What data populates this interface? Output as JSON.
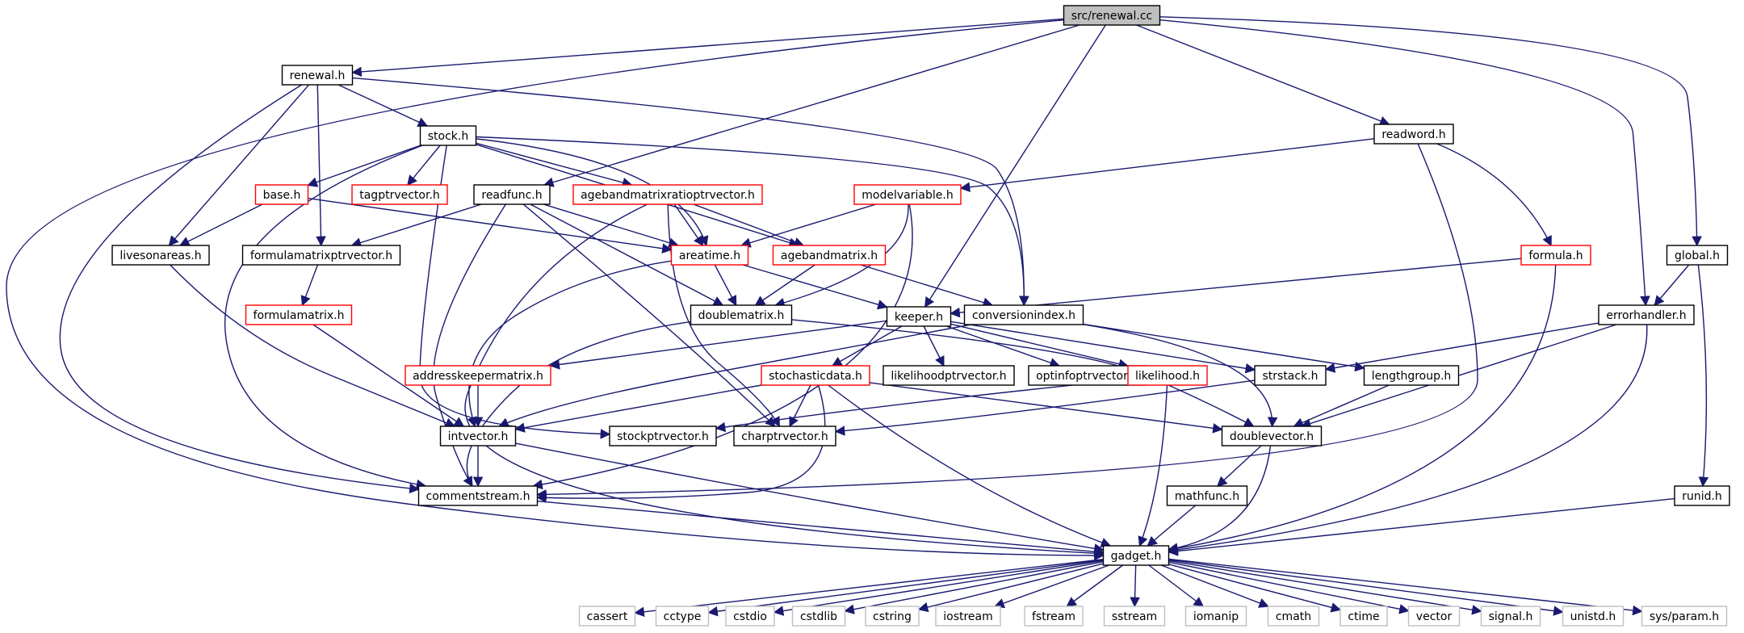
{
  "graph": {
    "nodes": [
      {
        "id": "renewal_cc",
        "label": "src/renewal.cc",
        "style": "root"
      },
      {
        "id": "renewal_h",
        "label": "renewal.h",
        "style": "normal"
      },
      {
        "id": "stock_h",
        "label": "stock.h",
        "style": "normal"
      },
      {
        "id": "readword_h",
        "label": "readword.h",
        "style": "normal"
      },
      {
        "id": "base_h",
        "label": "base.h",
        "style": "red"
      },
      {
        "id": "tagptrvector_h",
        "label": "tagptrvector.h",
        "style": "red"
      },
      {
        "id": "readfunc_h",
        "label": "readfunc.h",
        "style": "normal"
      },
      {
        "id": "agebandmatrixratioptrvector_h",
        "label": "agebandmatrixratioptrvector.h",
        "style": "red"
      },
      {
        "id": "modelvariable_h",
        "label": "modelvariable.h",
        "style": "red"
      },
      {
        "id": "livesonareas_h",
        "label": "livesonareas.h",
        "style": "normal"
      },
      {
        "id": "formulamatrixptrvector_h",
        "label": "formulamatrixptrvector.h",
        "style": "normal"
      },
      {
        "id": "areatime_h",
        "label": "areatime.h",
        "style": "red"
      },
      {
        "id": "agebandmatrix_h",
        "label": "agebandmatrix.h",
        "style": "red"
      },
      {
        "id": "formula_h",
        "label": "formula.h",
        "style": "red"
      },
      {
        "id": "global_h",
        "label": "global.h",
        "style": "normal"
      },
      {
        "id": "formulamatrix_h",
        "label": "formulamatrix.h",
        "style": "red"
      },
      {
        "id": "doublematrix_h",
        "label": "doublematrix.h",
        "style": "normal"
      },
      {
        "id": "keeper_h",
        "label": "keeper.h",
        "style": "normal"
      },
      {
        "id": "conversionindex_h",
        "label": "conversionindex.h",
        "style": "normal"
      },
      {
        "id": "errorhandler_h",
        "label": "errorhandler.h",
        "style": "normal"
      },
      {
        "id": "addresskeepermatrix_h",
        "label": "addresskeepermatrix.h",
        "style": "red"
      },
      {
        "id": "stochasticdata_h",
        "label": "stochasticdata.h",
        "style": "red"
      },
      {
        "id": "likelihoodptrvector_h",
        "label": "likelihoodptrvector.h",
        "style": "normal"
      },
      {
        "id": "optinfoptrvector_h",
        "label": "optinfoptrvector.h",
        "style": "normal"
      },
      {
        "id": "likelihood_h",
        "label": "likelihood.h",
        "style": "red"
      },
      {
        "id": "strstack_h",
        "label": "strstack.h",
        "style": "normal"
      },
      {
        "id": "lengthgroup_h",
        "label": "lengthgroup.h",
        "style": "normal"
      },
      {
        "id": "intvector_h",
        "label": "intvector.h",
        "style": "normal"
      },
      {
        "id": "stockptrvector_h",
        "label": "stockptrvector.h",
        "style": "normal"
      },
      {
        "id": "charptrvector_h",
        "label": "charptrvector.h",
        "style": "normal"
      },
      {
        "id": "doublevector_h",
        "label": "doublevector.h",
        "style": "normal"
      },
      {
        "id": "mathfunc_h",
        "label": "mathfunc.h",
        "style": "normal"
      },
      {
        "id": "runid_h",
        "label": "runid.h",
        "style": "normal"
      },
      {
        "id": "commentstream_h",
        "label": "commentstream.h",
        "style": "normal"
      },
      {
        "id": "gadget_h",
        "label": "gadget.h",
        "style": "normal"
      },
      {
        "id": "cassert",
        "label": "cassert",
        "style": "system"
      },
      {
        "id": "cctype",
        "label": "cctype",
        "style": "system"
      },
      {
        "id": "cstdio",
        "label": "cstdio",
        "style": "system"
      },
      {
        "id": "cstdlib",
        "label": "cstdlib",
        "style": "system"
      },
      {
        "id": "cstring",
        "label": "cstring",
        "style": "system"
      },
      {
        "id": "iostream",
        "label": "iostream",
        "style": "system"
      },
      {
        "id": "fstream",
        "label": "fstream",
        "style": "system"
      },
      {
        "id": "sstream",
        "label": "sstream",
        "style": "system"
      },
      {
        "id": "iomanip",
        "label": "iomanip",
        "style": "system"
      },
      {
        "id": "cmath",
        "label": "cmath",
        "style": "system"
      },
      {
        "id": "ctime",
        "label": "ctime",
        "style": "system"
      },
      {
        "id": "vector",
        "label": "vector",
        "style": "system"
      },
      {
        "id": "signal_h",
        "label": "signal.h",
        "style": "system"
      },
      {
        "id": "unistd_h",
        "label": "unistd.h",
        "style": "system"
      },
      {
        "id": "sys_param_h",
        "label": "sys/param.h",
        "style": "system"
      }
    ],
    "edges": [
      [
        "renewal_cc",
        "renewal_h"
      ],
      [
        "renewal_cc",
        "readfunc_h"
      ],
      [
        "renewal_cc",
        "readword_h"
      ],
      [
        "renewal_cc",
        "keeper_h"
      ],
      [
        "renewal_cc",
        "errorhandler_h"
      ],
      [
        "renewal_cc",
        "global_h"
      ],
      [
        "renewal_cc",
        "gadget_h"
      ],
      [
        "renewal_h",
        "stock_h"
      ],
      [
        "renewal_h",
        "livesonareas_h"
      ],
      [
        "renewal_h",
        "formulamatrixptrvector_h"
      ],
      [
        "renewal_h",
        "conversionindex_h"
      ],
      [
        "renewal_h",
        "commentstream_h"
      ],
      [
        "stock_h",
        "base_h"
      ],
      [
        "stock_h",
        "tagptrvector_h"
      ],
      [
        "stock_h",
        "agebandmatrixratioptrvector_h"
      ],
      [
        "stock_h",
        "areatime_h"
      ],
      [
        "stock_h",
        "agebandmatrix_h"
      ],
      [
        "stock_h",
        "conversionindex_h"
      ],
      [
        "stock_h",
        "stockptrvector_h"
      ],
      [
        "stock_h",
        "commentstream_h"
      ],
      [
        "readword_h",
        "modelvariable_h"
      ],
      [
        "readword_h",
        "formula_h"
      ],
      [
        "readword_h",
        "commentstream_h"
      ],
      [
        "base_h",
        "livesonareas_h"
      ],
      [
        "base_h",
        "areatime_h"
      ],
      [
        "readfunc_h",
        "formulamatrixptrvector_h"
      ],
      [
        "readfunc_h",
        "areatime_h"
      ],
      [
        "readfunc_h",
        "doublematrix_h"
      ],
      [
        "readfunc_h",
        "charptrvector_h"
      ],
      [
        "readfunc_h",
        "commentstream_h"
      ],
      [
        "agebandmatrixratioptrvector_h",
        "areatime_h"
      ],
      [
        "agebandmatrixratioptrvector_h",
        "agebandmatrix_h"
      ],
      [
        "agebandmatrixratioptrvector_h",
        "charptrvector_h"
      ],
      [
        "agebandmatrixratioptrvector_h",
        "gadget_h"
      ],
      [
        "modelvariable_h",
        "areatime_h"
      ],
      [
        "modelvariable_h",
        "doublematrix_h"
      ],
      [
        "modelvariable_h",
        "commentstream_h"
      ],
      [
        "livesonareas_h",
        "intvector_h"
      ],
      [
        "formulamatrixptrvector_h",
        "formulamatrix_h"
      ],
      [
        "formulamatrix_h",
        "intvector_h"
      ],
      [
        "areatime_h",
        "doublematrix_h"
      ],
      [
        "areatime_h",
        "keeper_h"
      ],
      [
        "areatime_h",
        "intvector_h"
      ],
      [
        "agebandmatrix_h",
        "doublematrix_h"
      ],
      [
        "agebandmatrix_h",
        "conversionindex_h"
      ],
      [
        "formula_h",
        "keeper_h"
      ],
      [
        "formula_h",
        "gadget_h"
      ],
      [
        "global_h",
        "errorhandler_h"
      ],
      [
        "global_h",
        "runid_h"
      ],
      [
        "doublematrix_h",
        "doublevector_h"
      ],
      [
        "doublematrix_h",
        "commentstream_h"
      ],
      [
        "keeper_h",
        "addresskeepermatrix_h"
      ],
      [
        "keeper_h",
        "stochasticdata_h"
      ],
      [
        "keeper_h",
        "likelihoodptrvector_h"
      ],
      [
        "keeper_h",
        "optinfoptrvector_h"
      ],
      [
        "keeper_h",
        "likelihood_h"
      ],
      [
        "keeper_h",
        "strstack_h"
      ],
      [
        "conversionindex_h",
        "lengthgroup_h"
      ],
      [
        "conversionindex_h",
        "doublevector_h"
      ],
      [
        "conversionindex_h",
        "intvector_h"
      ],
      [
        "errorhandler_h",
        "strstack_h"
      ],
      [
        "errorhandler_h",
        "doublevector_h"
      ],
      [
        "errorhandler_h",
        "gadget_h"
      ],
      [
        "addresskeepermatrix_h",
        "intvector_h"
      ],
      [
        "stochasticdata_h",
        "intvector_h"
      ],
      [
        "stochasticdata_h",
        "charptrvector_h"
      ],
      [
        "stochasticdata_h",
        "doublevector_h"
      ],
      [
        "stochasticdata_h",
        "commentstream_h"
      ],
      [
        "stochasticdata_h",
        "gadget_h"
      ],
      [
        "likelihood_h",
        "stockptrvector_h"
      ],
      [
        "likelihood_h",
        "gadget_h"
      ],
      [
        "strstack_h",
        "charptrvector_h"
      ],
      [
        "lengthgroup_h",
        "doublevector_h"
      ],
      [
        "intvector_h",
        "commentstream_h"
      ],
      [
        "intvector_h",
        "gadget_h"
      ],
      [
        "doublevector_h",
        "mathfunc_h"
      ],
      [
        "doublevector_h",
        "gadget_h"
      ],
      [
        "mathfunc_h",
        "gadget_h"
      ],
      [
        "runid_h",
        "gadget_h"
      ],
      [
        "commentstream_h",
        "gadget_h"
      ],
      [
        "gadget_h",
        "cassert"
      ],
      [
        "gadget_h",
        "cctype"
      ],
      [
        "gadget_h",
        "cstdio"
      ],
      [
        "gadget_h",
        "cstdlib"
      ],
      [
        "gadget_h",
        "cstring"
      ],
      [
        "gadget_h",
        "iostream"
      ],
      [
        "gadget_h",
        "fstream"
      ],
      [
        "gadget_h",
        "sstream"
      ],
      [
        "gadget_h",
        "iomanip"
      ],
      [
        "gadget_h",
        "cmath"
      ],
      [
        "gadget_h",
        "ctime"
      ],
      [
        "gadget_h",
        "vector"
      ],
      [
        "gadget_h",
        "signal_h"
      ],
      [
        "gadget_h",
        "unistd_h"
      ],
      [
        "gadget_h",
        "sys_param_h"
      ]
    ]
  },
  "colors": {
    "edge": "#191970",
    "node_border": "#000000",
    "red_border": "#ff0000",
    "system_border": "#bfbfbf",
    "root_fill": "#bfbfbf",
    "text": "#000000"
  }
}
